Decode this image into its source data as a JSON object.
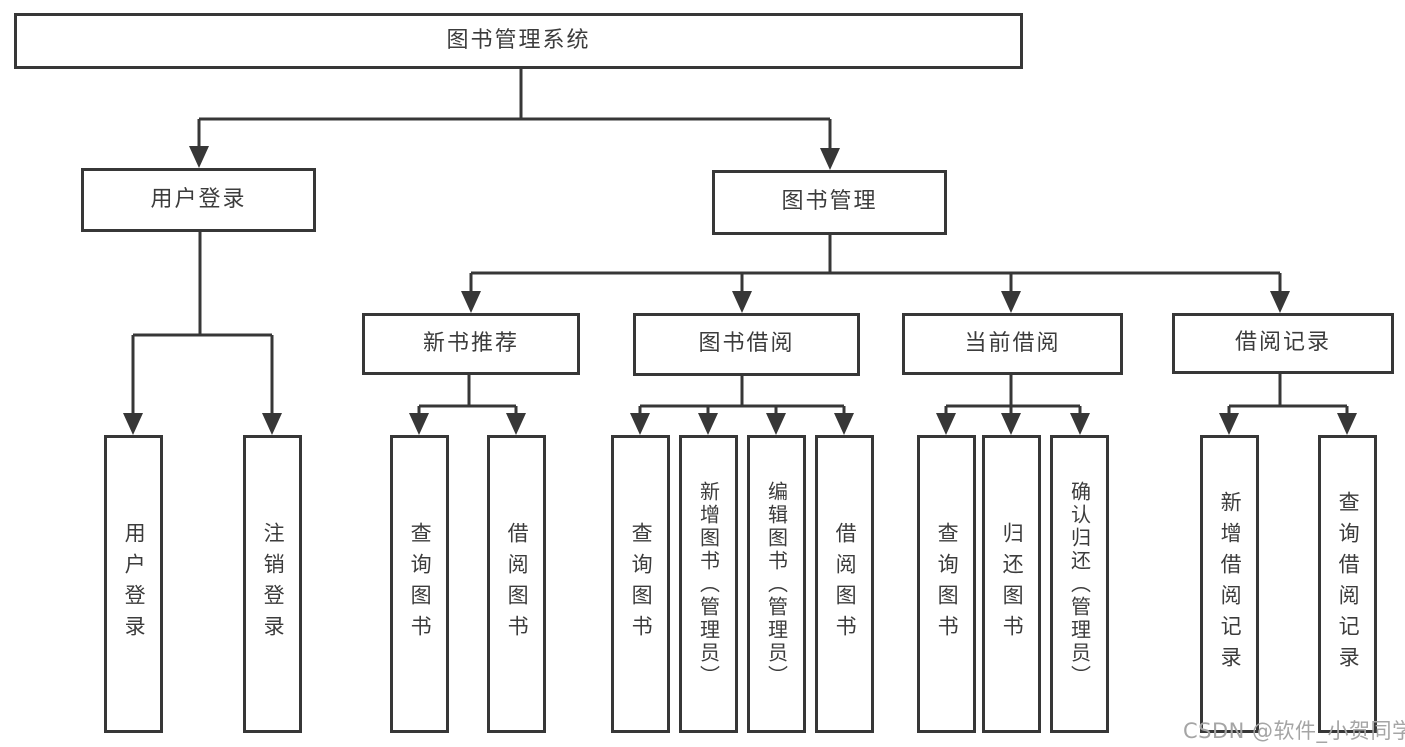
{
  "diagram": {
    "tree": {
      "label": "图书管理系统",
      "children": [
        {
          "label": "用户登录",
          "children": [
            {
              "label": "用户登录"
            },
            {
              "label": "注销登录"
            }
          ]
        },
        {
          "label": "图书管理",
          "children": [
            {
              "label": "新书推荐",
              "children": [
                {
                  "label": "查询图书"
                },
                {
                  "label": "借阅图书"
                }
              ]
            },
            {
              "label": "图书借阅",
              "children": [
                {
                  "label": "查询图书"
                },
                {
                  "label": "新增图书（管理员）"
                },
                {
                  "label": "编辑图书（管理员）"
                },
                {
                  "label": "借阅图书"
                }
              ]
            },
            {
              "label": "当前借阅",
              "children": [
                {
                  "label": "查询图书"
                },
                {
                  "label": "归还图书"
                },
                {
                  "label": "确认归还（管理员）"
                }
              ]
            },
            {
              "label": "借阅记录",
              "children": [
                {
                  "label": "新增借阅记录"
                },
                {
                  "label": "查询借阅记录"
                }
              ]
            }
          ]
        }
      ]
    },
    "line_color": "#373737",
    "background_color": "#ffffff"
  },
  "watermark": {
    "text": "CSDN @软件_小贺同学"
  }
}
